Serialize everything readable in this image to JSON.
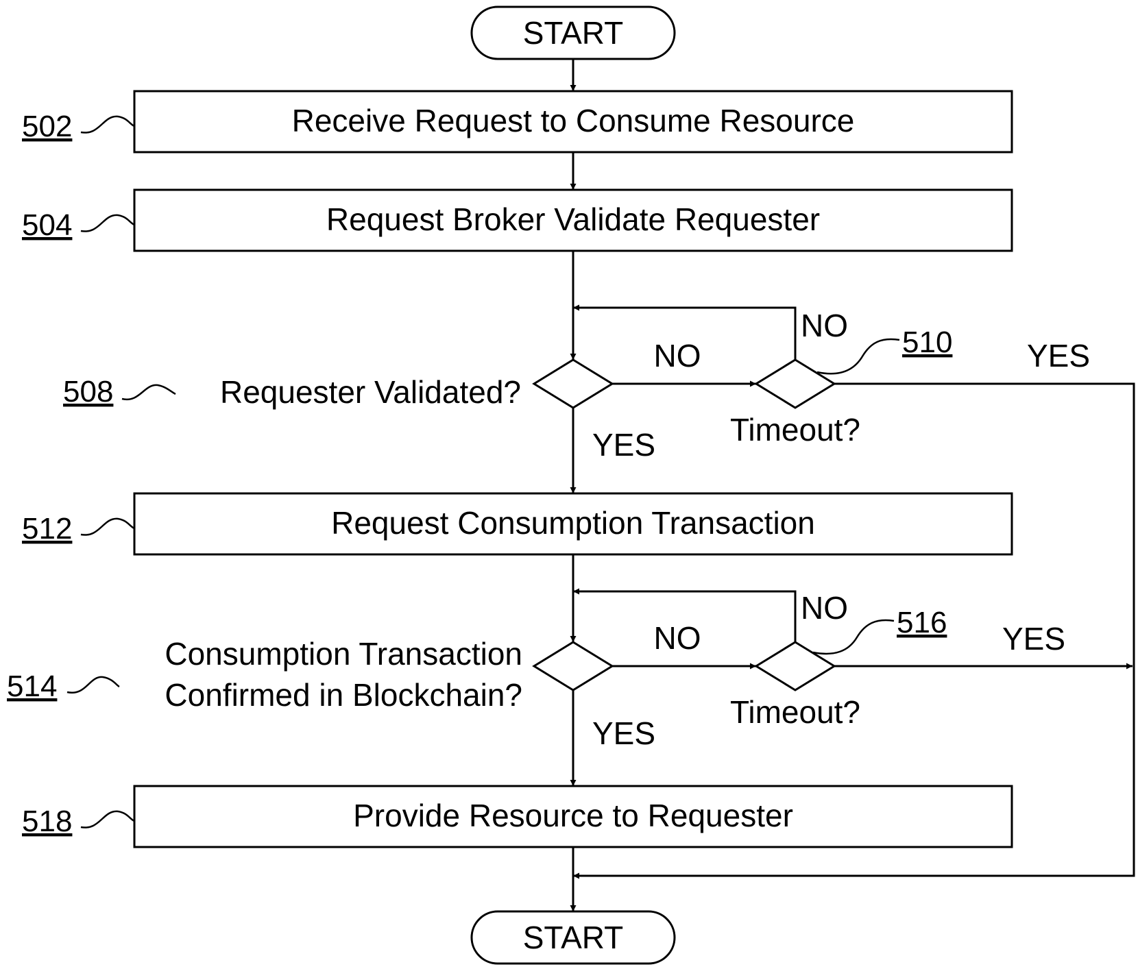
{
  "terminals": {
    "start_top": "START",
    "start_bottom": "START"
  },
  "steps": {
    "s502": {
      "ref": "502",
      "text": "Receive Request to Consume Resource"
    },
    "s504": {
      "ref": "504",
      "text": "Request Broker Validate Requester"
    },
    "s512": {
      "ref": "512",
      "text": "Request Consumption Transaction"
    },
    "s518": {
      "ref": "518",
      "text": "Provide Resource to Requester"
    }
  },
  "decisions": {
    "d508": {
      "ref": "508",
      "text": "Requester Validated?"
    },
    "d510": {
      "ref": "510",
      "text": "Timeout?"
    },
    "d514": {
      "ref": "514",
      "line1": "Consumption Transaction",
      "line2": "Confirmed in Blockchain?"
    },
    "d516": {
      "ref": "516",
      "text": "Timeout?"
    }
  },
  "edge_labels": {
    "d508_no": "NO",
    "d508_yes": "YES",
    "d510_no": "NO",
    "d510_yes": "YES",
    "d514_no": "NO",
    "d514_yes": "YES",
    "d516_no": "NO",
    "d516_yes": "YES"
  },
  "colors": {
    "stroke": "#000000",
    "background": "#ffffff"
  }
}
